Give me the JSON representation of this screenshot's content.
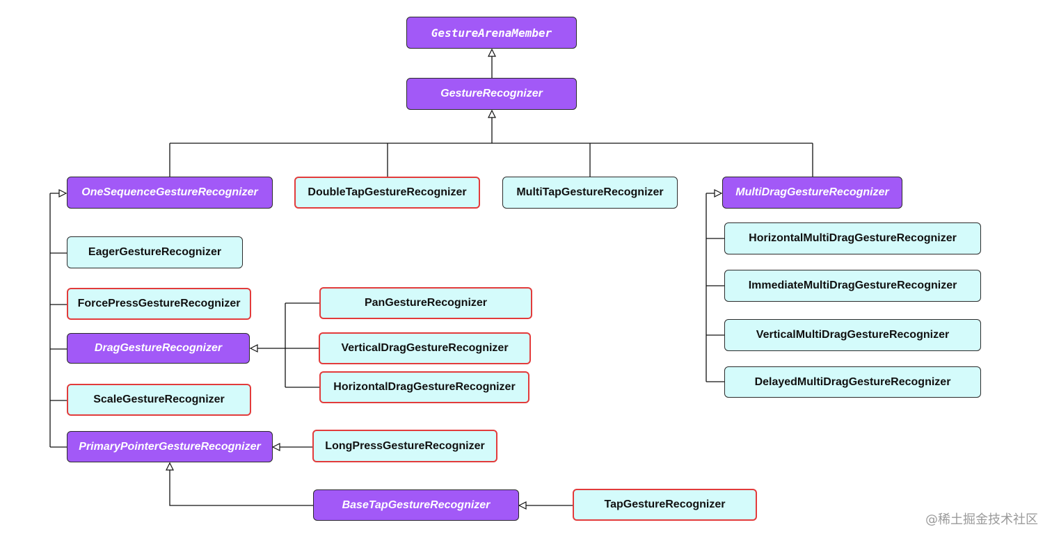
{
  "colors": {
    "abstract_fill": "#a259f7",
    "concrete_fill": "#d4fbfb",
    "highlight_border": "#e23b3b",
    "normal_border": "#2a2a2a",
    "edge_color": "#111111"
  },
  "nodes": {
    "arena_member": "GestureArenaMember",
    "gesture_recognizer": "GestureRecognizer",
    "one_sequence": "OneSequenceGestureRecognizer",
    "double_tap": "DoubleTapGestureRecognizer",
    "multi_tap": "MultiTapGestureRecognizer",
    "multi_drag": "MultiDragGestureRecognizer",
    "eager": "EagerGestureRecognizer",
    "force_press": "ForcePressGestureRecognizer",
    "drag": "DragGestureRecognizer",
    "scale": "ScaleGestureRecognizer",
    "primary_pointer": "PrimaryPointerGestureRecognizer",
    "pan": "PanGestureRecognizer",
    "vertical_drag": "VerticalDragGestureRecognizer",
    "horizontal_drag": "HorizontalDragGestureRecognizer",
    "long_press": "LongPressGestureRecognizer",
    "base_tap": "BaseTapGestureRecognizer",
    "tap": "TapGestureRecognizer",
    "horizontal_multi_drag": "HorizontalMultiDragGestureRecognizer",
    "immediate_multi_drag": "ImmediateMultiDragGestureRecognizer",
    "vertical_multi_drag": "VerticalMultiDragGestureRecognizer",
    "delayed_multi_drag": "DelayedMultiDragGestureRecognizer"
  },
  "watermark": "@稀土掘金技术社区"
}
